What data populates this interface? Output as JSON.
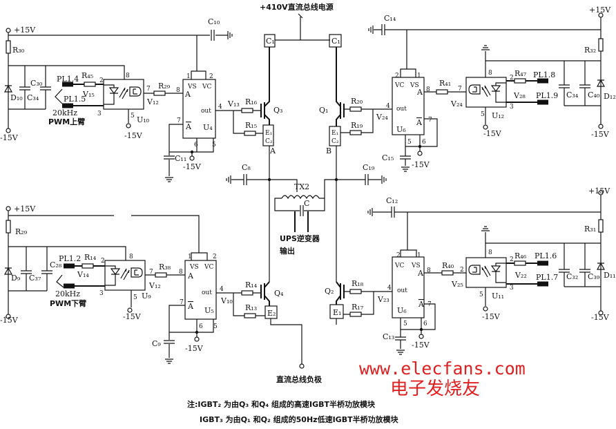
{
  "header": {
    "bus_positive": "+410V直流总线电源"
  },
  "footer": {
    "bus_negative": "直流总线负极",
    "note_line1": "注:IGBT₂ 为由Q₃ 和Q₄ 组成的高速IGBT半桥功放模块",
    "note_line2": "IGBT₃ 为由Q₁ 和Q₂ 组成的50Hz低速IGBT半桥功放模块"
  },
  "watermark": {
    "url": "www.elecfans.com",
    "name": "电子发烧友",
    "color": "#e02020"
  },
  "center": {
    "node_a": "A",
    "node_b": "B",
    "c8": "C₈",
    "c19": "C₁₉",
    "tx2": "TX2",
    "c": "C",
    "ups_output_1": "UPS逆变器",
    "ups_output_2": "输出"
  },
  "tl": {
    "plus15": "+15V",
    "minus15": "-15V",
    "r30": "R₃₀",
    "d10": "D₁₀",
    "c34": "C₃₄",
    "c30": "C₃₀",
    "pl14": "PL1.4",
    "pl15": "PL1.5",
    "r45": "R₄₅",
    "v15": "V₁₅",
    "freq": "20kHz",
    "pwm": "PWM上臂",
    "pin2": "2",
    "pin3": "3",
    "pin8": "8",
    "pin7": "7",
    "pin5": "5",
    "u10": "U₁₀",
    "opto_minus15": "-15V",
    "r29": "R₂₉",
    "v12": "V₁₂",
    "u4_pin8": "8",
    "u4_pin1": "1",
    "u4_pin2": "2",
    "vs": "VS",
    "vc": "VC",
    "a": "A",
    "out": "out",
    "abar": "A",
    "u4": "U₄",
    "u4_pin4": "4",
    "u4_pin7": "7",
    "u4_pin6": "6",
    "u4_pin5": "5",
    "c11": "C₁₁",
    "u4_minus15": "-15V",
    "c10": "C₁₀",
    "v13": "V₁₃",
    "r16": "R₁₆",
    "r15": "R₁₅",
    "q3": "Q₃",
    "e1": "E₁",
    "c2": "C₂",
    "c1": "C₁"
  },
  "tr": {
    "c14": "C₁₄",
    "plus15": "+15V",
    "r32": "R₃₂",
    "minus15": "-15V",
    "d12": "D₁₂",
    "c34": "C₃₄",
    "c40": "C₄₀",
    "c1": "C₁",
    "q1": "Q₁",
    "e1": "E₁",
    "c2": "C₂",
    "r20": "R₂₀",
    "r19": "R₁₉",
    "v24a": "V₂₄",
    "u6_pin4": "4",
    "u6_pin2": "2",
    "u6_pin1": "1",
    "vc": "VC",
    "vs": "VS",
    "a": "A",
    "out": "out",
    "abar": "A",
    "u6": "U₆",
    "u6_pin8": "8",
    "u6_pin7": "7",
    "u6_pin5": "5",
    "u6_pin6": "6",
    "c15": "C₁₅",
    "u6_minus15": "-15V",
    "r41": "R₄₁",
    "pin7": "7",
    "v24b": "V₂₄",
    "pin8": "8",
    "pin2": "2",
    "pin3": "3",
    "pin5": "5",
    "u12": "U₁₂",
    "opto_minus15": "-15V",
    "r47": "R₄₇",
    "pl18": "PL1.8",
    "v28": "V₂₈",
    "pl19": "PL1.9"
  },
  "bl": {
    "plus15": "+15V",
    "r29": "R₂₉",
    "d9": "D₉",
    "c37": "C₃₇",
    "c28": "C₂₈",
    "minus15": "-15V",
    "pl12": "PL1.2",
    "r14a": "R₁₄",
    "pin2": "2",
    "v14": "V₁₄",
    "pin3": "3",
    "freq": "20kHz",
    "pwm": "PWM下臂",
    "pin8": "8",
    "pin7": "7",
    "pin5": "5",
    "u9": "U₉",
    "opto_minus15": "-15V",
    "r38": "R₃₈",
    "v12": "V₁₂",
    "u5_pin8": "8",
    "u5_pin1": "1",
    "u5_pin2": "2",
    "vs": "VS",
    "vc": "VC",
    "a": "A",
    "out": "out",
    "abar": "A",
    "u5": "U₅",
    "u5_pin4": "4",
    "u5_pin7": "7",
    "u5_pin6": "6",
    "u5_pin5": "5",
    "c9": "C₉",
    "u5_minus15": "-15V",
    "v10": "V₁₀",
    "r14b": "R₁₄",
    "r13": "R₁₃",
    "q4": "Q₄",
    "e2": "E₂"
  },
  "br": {
    "c12": "C₁₂",
    "plus15": "+15V",
    "r31": "R₃₁",
    "minus15": "-15V",
    "d11": "D₁₁",
    "c32": "C₃₂",
    "c39": "C₃₉",
    "q2": "Q₂",
    "e1": "E₁",
    "r18": "R₁₈",
    "r17": "R₁₇",
    "v23": "V₂₃",
    "u6_pin4": "4",
    "u6_pin2": "2",
    "u6_pin1": "1",
    "vc": "VC",
    "vs": "VS",
    "a": "A",
    "out": "out",
    "abar": "A",
    "u6": "U₆",
    "u6_pin8": "8",
    "u6_pin7": "7",
    "u6_pin5": "5",
    "u6_pin6": "6",
    "c13": "C₁₃",
    "u6_minus15": "-15V",
    "r40": "R₄₀",
    "pin2": "2",
    "v25": "V₂₅",
    "pin8": "8",
    "pin2b": "2",
    "pin3": "3",
    "pin5": "5",
    "u11": "U₁₁",
    "opto_minus15": "-15V",
    "r46": "R₄₆",
    "pl16": "PL1.6",
    "v22": "V₂₂",
    "pl17": "PL1.7"
  }
}
